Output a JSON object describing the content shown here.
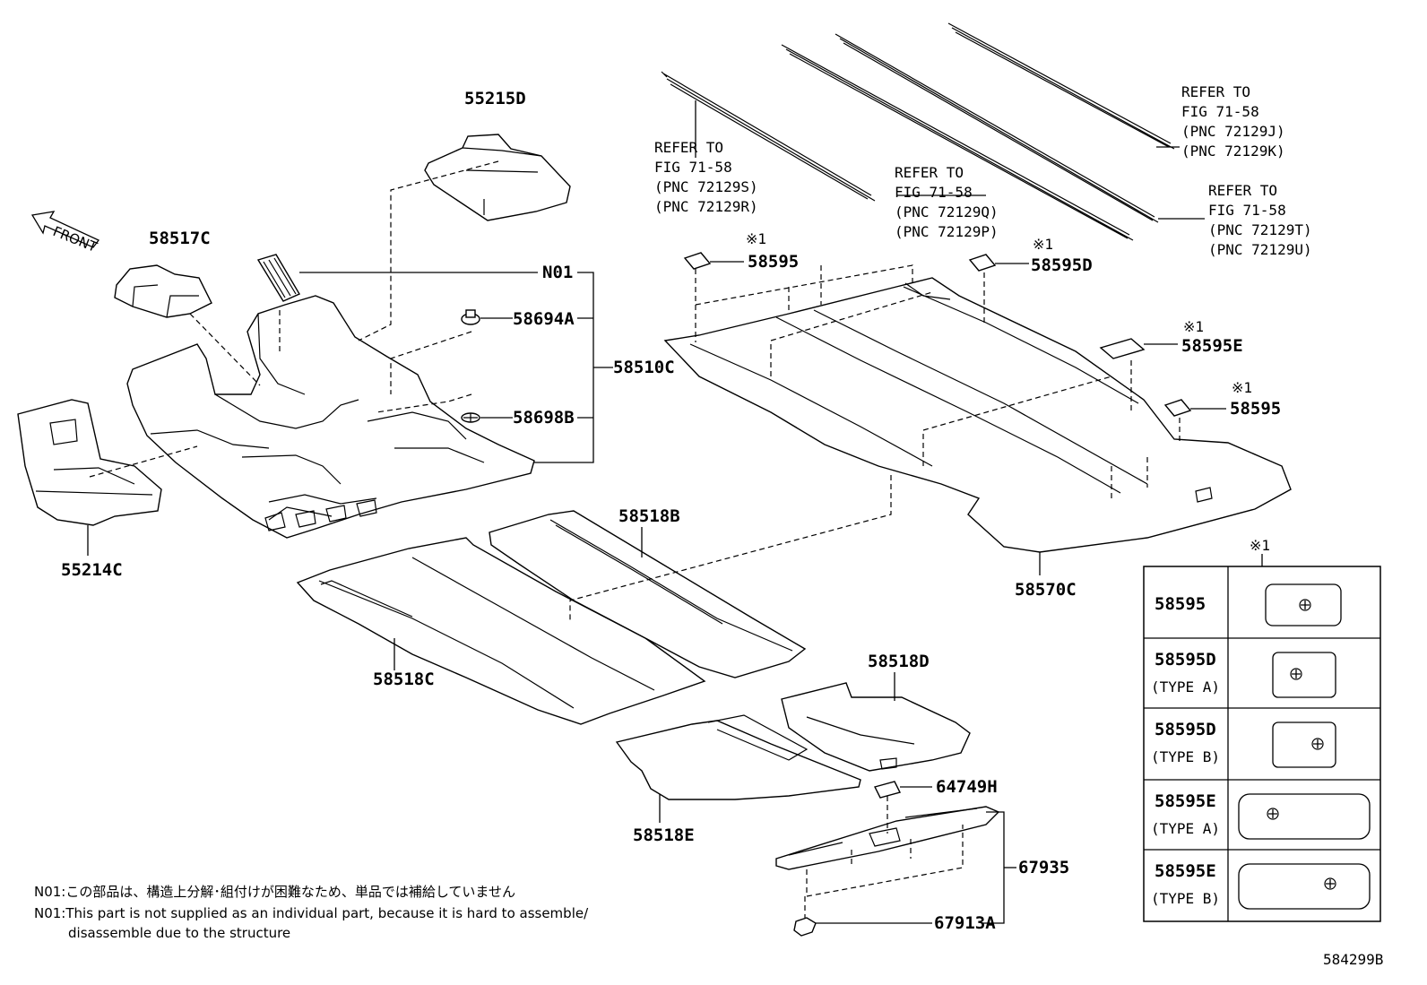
{
  "labels": {
    "p55215D": "55215D",
    "p58517C": "58517C",
    "pN01": "N01",
    "p58694A": "58694A",
    "p58510C": "58510C",
    "p58698B": "58698B",
    "p55214C": "55214C",
    "p58518B": "58518B",
    "p58518C": "58518C",
    "p58518D": "58518D",
    "p58518E": "58518E",
    "p64749H": "64749H",
    "p67935": "67935",
    "p67913A": "67913A",
    "p58595a": "58595",
    "p58595D": "58595D",
    "p58595E": "58595E",
    "p58595b": "58595",
    "p58570C": "58570C",
    "front": "FRONT",
    "mark1": "※1",
    "drawing_no": "584299B"
  },
  "refs": {
    "left": [
      "REFER TO",
      "FIG 71-58",
      "(PNC 72129S)",
      "(PNC 72129R)"
    ],
    "middle": [
      "REFER TO",
      "FIG 71-58",
      "(PNC 72129Q)",
      "(PNC 72129P)"
    ],
    "top_right": [
      "REFER TO",
      "FIG 71-58",
      "(PNC 72129J)",
      "(PNC 72129K)"
    ],
    "right": [
      "REFER TO",
      "FIG 71-58",
      "(PNC 72129T)",
      "(PNC 72129U)"
    ]
  },
  "legend": {
    "header_mark": "※1",
    "rows": [
      {
        "part": "58595",
        "type": ""
      },
      {
        "part": "58595D",
        "type": "(TYPE A)"
      },
      {
        "part": "58595D",
        "type": "(TYPE B)"
      },
      {
        "part": "58595E",
        "type": "(TYPE A)"
      },
      {
        "part": "58595E",
        "type": "(TYPE B)"
      }
    ]
  },
  "notes": {
    "jp": "N01:この部品は、構造上分解･組付けが困難なため、単品では補給していません",
    "en_line1": "N01:This part is not supplied as an individual part, because it is hard to assemble/",
    "en_line2": "disassemble due to the structure"
  }
}
